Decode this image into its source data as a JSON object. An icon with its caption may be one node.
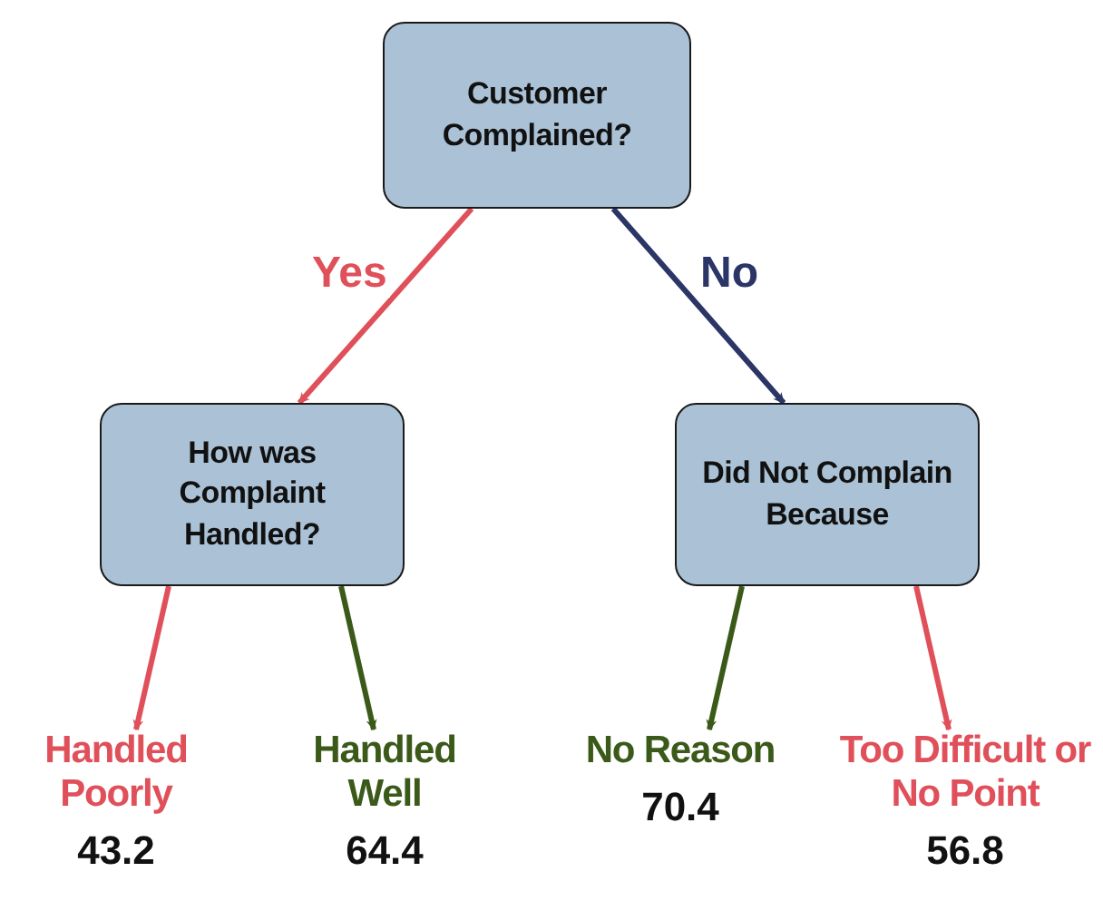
{
  "diagram": {
    "nodes": [
      {
        "text": [
          "Customer Complained?"
        ]
      },
      {
        "text": [
          "How was Complaint Handled?"
        ]
      },
      {
        "text": [
          "Did Not Complain Because"
        ]
      },
      {
        "text": [
          "Handled Poorly",
          "43.2"
        ]
      },
      {
        "text": [
          "Handled Well",
          "64.4"
        ]
      },
      {
        "text": [
          "No Reason",
          "70.4"
        ]
      },
      {
        "text": [
          "Too Difficult or No Point",
          "56.8"
        ]
      }
    ],
    "edges": [
      {
        "from": 0,
        "to": 1,
        "arrow": "to",
        "label": "Yes",
        "color": "#e0505a"
      },
      {
        "from": 0,
        "to": 2,
        "arrow": "to",
        "label": "No",
        "color": "#2b3566"
      },
      {
        "from": 1,
        "to": 3,
        "arrow": "to",
        "color": "#e0505a"
      },
      {
        "from": 1,
        "to": 4,
        "arrow": "to",
        "color": "#3b5a1a"
      },
      {
        "from": 2,
        "to": 5,
        "arrow": "to",
        "color": "#3b5a1a"
      },
      {
        "from": 2,
        "to": 6,
        "arrow": "to",
        "color": "#e0505a"
      }
    ]
  }
}
